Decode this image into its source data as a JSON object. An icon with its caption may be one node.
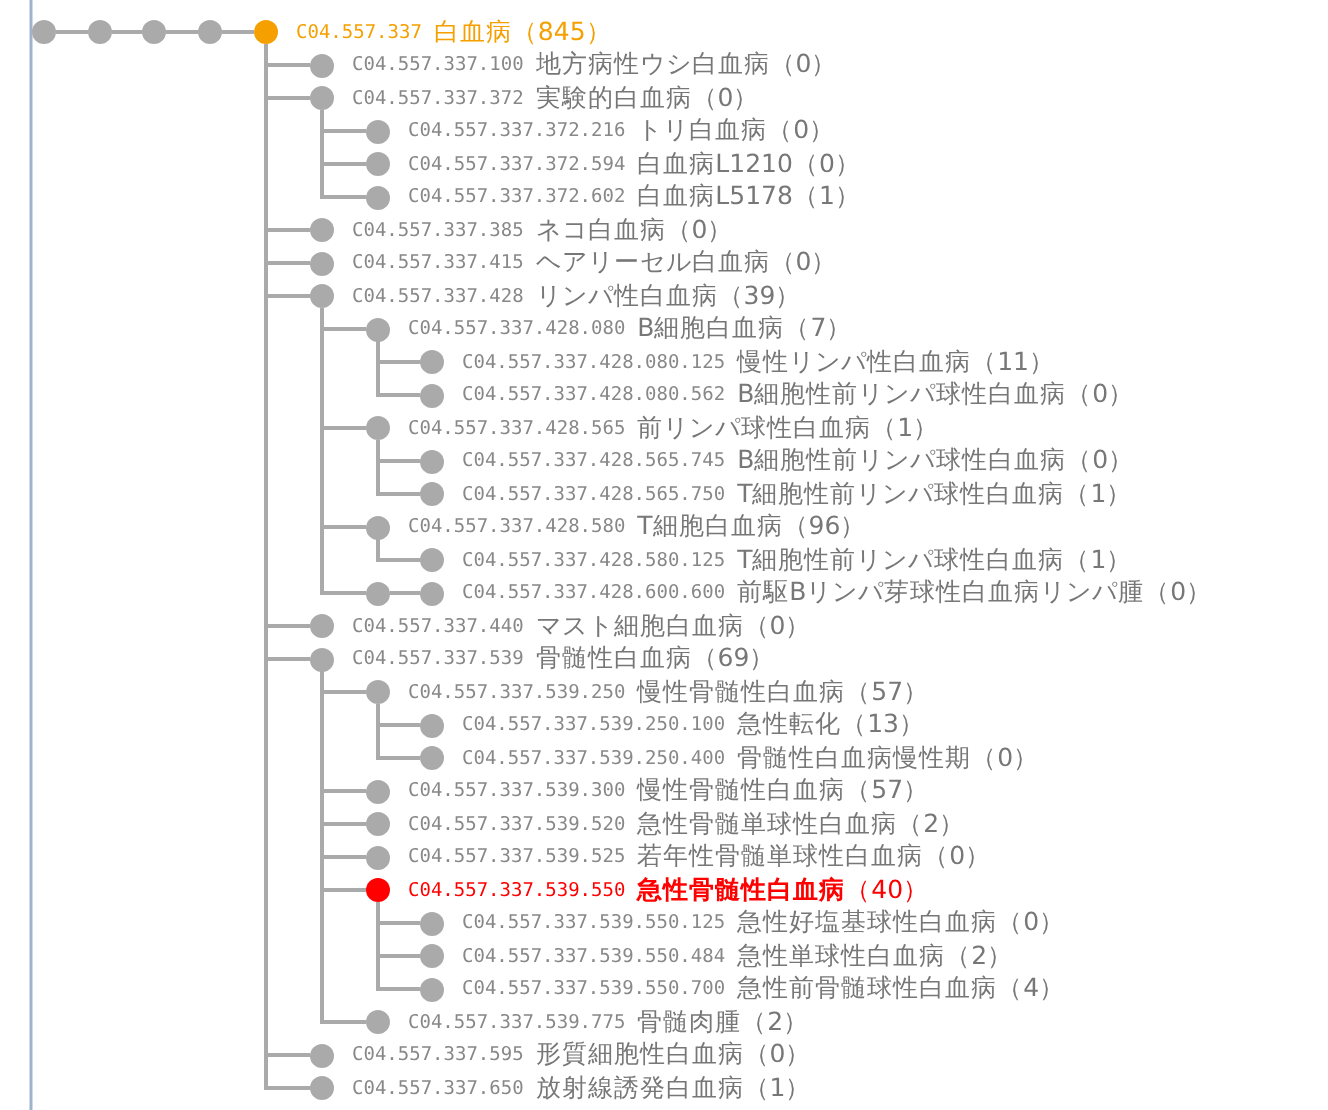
{
  "diagram": {
    "nodes": [
      {
        "text": [],
        "shape": "circle"
      },
      {
        "text": [],
        "shape": "circle"
      },
      {
        "text": [],
        "shape": "circle"
      },
      {
        "text": [],
        "shape": "circle"
      },
      {
        "text": [],
        "shape": "circle",
        "beside": [
          "C04.557.337",
          "白血病（845）"
        ]
      },
      {
        "text": [],
        "shape": "circle",
        "beside": [
          "C04.557.337.100",
          "地方病性ウシ白血病（0）"
        ]
      },
      {
        "text": [],
        "shape": "circle",
        "beside": [
          "C04.557.337.372",
          "実験的白血病（0）"
        ]
      },
      {
        "text": [],
        "shape": "circle",
        "beside": [
          "C04.557.337.372.216",
          "トリ白血病（0）"
        ]
      },
      {
        "text": [],
        "shape": "circle",
        "beside": [
          "C04.557.337.372.594",
          "白血病L1210（0）"
        ]
      },
      {
        "text": [],
        "shape": "circle",
        "beside": [
          "C04.557.337.372.602",
          "白血病L5178（1）"
        ]
      },
      {
        "text": [],
        "shape": "circle",
        "beside": [
          "C04.557.337.385",
          "ネコ白血病（0）"
        ]
      },
      {
        "text": [],
        "shape": "circle",
        "beside": [
          "C04.557.337.415",
          "ヘアリーセル白血病（0）"
        ]
      },
      {
        "text": [],
        "shape": "circle",
        "beside": [
          "C04.557.337.428",
          "リンパ性白血病（39）"
        ]
      },
      {
        "text": [],
        "shape": "circle",
        "beside": [
          "C04.557.337.428.080",
          "B細胞白血病（7）"
        ]
      },
      {
        "text": [],
        "shape": "circle",
        "beside": [
          "C04.557.337.428.080.125",
          "慢性リンパ性白血病（11）"
        ]
      },
      {
        "text": [],
        "shape": "circle",
        "beside": [
          "C04.557.337.428.080.562",
          "B細胞性前リンパ球性白血病（0）"
        ]
      },
      {
        "text": [],
        "shape": "circle",
        "beside": [
          "C04.557.337.428.565",
          "前リンパ球性白血病（1）"
        ]
      },
      {
        "text": [],
        "shape": "circle",
        "beside": [
          "C04.557.337.428.565.745",
          "B細胞性前リンパ球性白血病（0）"
        ]
      },
      {
        "text": [],
        "shape": "circle",
        "beside": [
          "C04.557.337.428.565.750",
          "T細胞性前リンパ球性白血病（1）"
        ]
      },
      {
        "text": [],
        "shape": "circle",
        "beside": [
          "C04.557.337.428.580",
          "T細胞白血病（96）"
        ]
      },
      {
        "text": [],
        "shape": "circle",
        "beside": [
          "C04.557.337.428.580.125",
          "T細胞性前リンパ球性白血病（1）"
        ]
      },
      {
        "text": [],
        "shape": "circle"
      },
      {
        "text": [],
        "shape": "circle",
        "beside": [
          "C04.557.337.428.600.600",
          "前駆Bリンパ芽球性白血病リンパ腫（0）"
        ]
      },
      {
        "text": [],
        "shape": "circle",
        "beside": [
          "C04.557.337.440",
          "マスト細胞白血病（0）"
        ]
      },
      {
        "text": [],
        "shape": "circle",
        "beside": [
          "C04.557.337.539",
          "骨髄性白血病（69）"
        ]
      },
      {
        "text": [],
        "shape": "circle",
        "beside": [
          "C04.557.337.539.250",
          "慢性骨髄性白血病（57）"
        ]
      },
      {
        "text": [],
        "shape": "circle",
        "beside": [
          "C04.557.337.539.250.100",
          "急性転化（13）"
        ]
      },
      {
        "text": [],
        "shape": "circle",
        "beside": [
          "C04.557.337.539.250.400",
          "骨髄性白血病慢性期（0）"
        ]
      },
      {
        "text": [],
        "shape": "circle",
        "beside": [
          "C04.557.337.539.300",
          "慢性骨髄性白血病（57）"
        ]
      },
      {
        "text": [],
        "shape": "circle",
        "beside": [
          "C04.557.337.539.520",
          "急性骨髄単球性白血病（2）"
        ]
      },
      {
        "text": [],
        "shape": "circle",
        "beside": [
          "C04.557.337.539.525",
          "若年性骨髄単球性白血病（0）"
        ]
      },
      {
        "text": [],
        "shape": "circle",
        "beside": [
          "C04.557.337.539.550",
          "**急性骨髄性白血病**（40）"
        ]
      },
      {
        "text": [],
        "shape": "circle",
        "beside": [
          "C04.557.337.539.550.125",
          "急性好塩基球性白血病（0）"
        ]
      },
      {
        "text": [],
        "shape": "circle",
        "beside": [
          "C04.557.337.539.550.484",
          "急性単球性白血病（2）"
        ]
      },
      {
        "text": [],
        "shape": "circle",
        "beside": [
          "C04.557.337.539.550.700",
          "急性前骨髄球性白血病（4）"
        ]
      },
      {
        "text": [],
        "shape": "circle",
        "beside": [
          "C04.557.337.539.775",
          "骨髄肉腫（2）"
        ]
      },
      {
        "text": [],
        "shape": "circle",
        "beside": [
          "C04.557.337.595",
          "形質細胞性白血病（0）"
        ]
      },
      {
        "text": [],
        "shape": "circle",
        "beside": [
          "C04.557.337.650",
          "放射線誘発白血病（1）"
        ]
      }
    ],
    "edges": [
      {
        "from": 0,
        "to": 1,
        "arrow": "none"
      },
      {
        "from": 1,
        "to": 2,
        "arrow": "none"
      },
      {
        "from": 2,
        "to": 3,
        "arrow": "none"
      },
      {
        "from": 3,
        "to": 4,
        "arrow": "none"
      },
      {
        "from": 4,
        "to": 5,
        "arrow": "none"
      },
      {
        "from": 4,
        "to": 6,
        "arrow": "none"
      },
      {
        "from": 6,
        "to": 7,
        "arrow": "none"
      },
      {
        "from": 6,
        "to": 8,
        "arrow": "none"
      },
      {
        "from": 6,
        "to": 9,
        "arrow": "none"
      },
      {
        "from": 4,
        "to": 10,
        "arrow": "none"
      },
      {
        "from": 4,
        "to": 11,
        "arrow": "none"
      },
      {
        "from": 4,
        "to": 12,
        "arrow": "none"
      },
      {
        "from": 12,
        "to": 13,
        "arrow": "none"
      },
      {
        "from": 13,
        "to": 14,
        "arrow": "none"
      },
      {
        "from": 13,
        "to": 15,
        "arrow": "none"
      },
      {
        "from": 12,
        "to": 16,
        "arrow": "none"
      },
      {
        "from": 16,
        "to": 17,
        "arrow": "none"
      },
      {
        "from": 16,
        "to": 18,
        "arrow": "none"
      },
      {
        "from": 12,
        "to": 19,
        "arrow": "none"
      },
      {
        "from": 19,
        "to": 20,
        "arrow": "none"
      },
      {
        "from": 12,
        "to": 21,
        "arrow": "none"
      },
      {
        "from": 21,
        "to": 22,
        "arrow": "none"
      },
      {
        "from": 4,
        "to": 23,
        "arrow": "none"
      },
      {
        "from": 4,
        "to": 24,
        "arrow": "none"
      },
      {
        "from": 24,
        "to": 25,
        "arrow": "none"
      },
      {
        "from": 25,
        "to": 26,
        "arrow": "none"
      },
      {
        "from": 25,
        "to": 27,
        "arrow": "none"
      },
      {
        "from": 24,
        "to": 28,
        "arrow": "none"
      },
      {
        "from": 24,
        "to": 29,
        "arrow": "none"
      },
      {
        "from": 24,
        "to": 30,
        "arrow": "none"
      },
      {
        "from": 24,
        "to": 31,
        "arrow": "none"
      },
      {
        "from": 31,
        "to": 32,
        "arrow": "none"
      },
      {
        "from": 31,
        "to": 33,
        "arrow": "none"
      },
      {
        "from": 31,
        "to": 34,
        "arrow": "none"
      },
      {
        "from": 24,
        "to": 35,
        "arrow": "none"
      },
      {
        "from": 4,
        "to": 36,
        "arrow": "none"
      },
      {
        "from": 4,
        "to": 37,
        "arrow": "none"
      }
    ]
  }
}
